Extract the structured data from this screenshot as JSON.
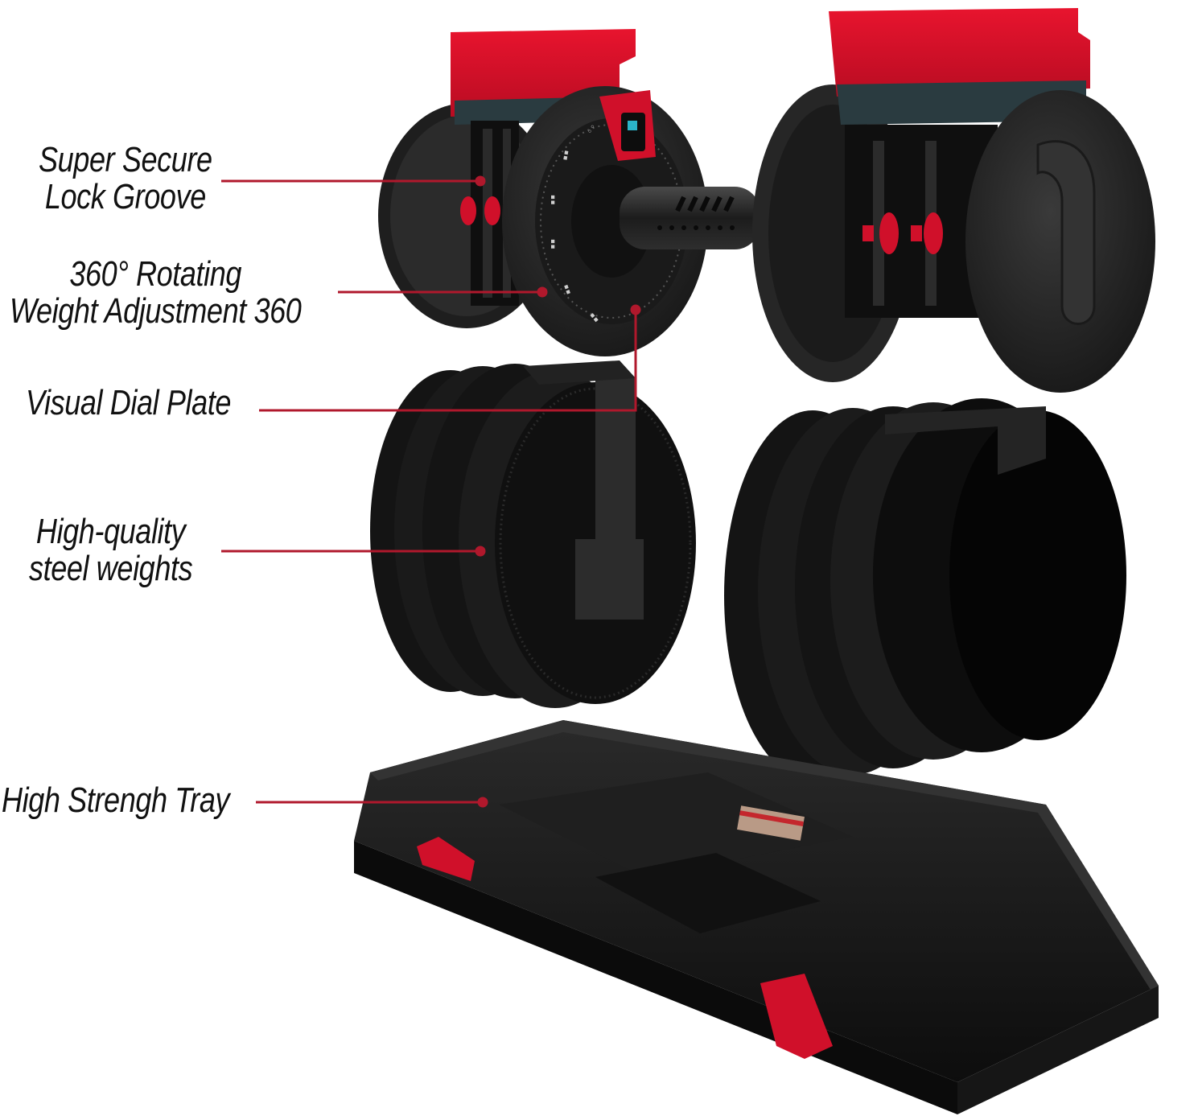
{
  "colors": {
    "accent": "#d0102a",
    "leader_line": "#b0182c",
    "body": "#1a1a1a",
    "plate": "#121212",
    "text": "#111111",
    "background": "#ffffff"
  },
  "callouts": [
    {
      "id": "lock-groove",
      "lines": [
        "Super Secure",
        "Lock Groove"
      ]
    },
    {
      "id": "rotating-adjustment",
      "lines": [
        "360° Rotating",
        "Weight Adjustment 360"
      ]
    },
    {
      "id": "dial-plate",
      "lines": [
        "Visual Dial Plate"
      ]
    },
    {
      "id": "steel-weights",
      "lines": [
        "High-quality",
        "steel weights"
      ]
    },
    {
      "id": "tray",
      "lines": [
        "High Strengh Tray"
      ]
    }
  ]
}
